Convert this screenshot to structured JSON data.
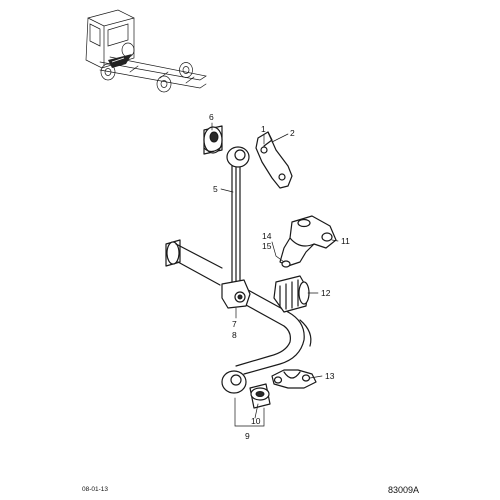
{
  "callouts": [
    {
      "id": "c1",
      "text": "1"
    },
    {
      "id": "c2",
      "text": "2"
    },
    {
      "id": "c5",
      "text": "5"
    },
    {
      "id": "c6",
      "text": "6"
    },
    {
      "id": "c7",
      "text": "7"
    },
    {
      "id": "c8",
      "text": "8"
    },
    {
      "id": "c9",
      "text": "9"
    },
    {
      "id": "c10",
      "text": "10"
    },
    {
      "id": "c11",
      "text": "11"
    },
    {
      "id": "c12",
      "text": "12"
    },
    {
      "id": "c13",
      "text": "13"
    },
    {
      "id": "c14",
      "text": "14"
    },
    {
      "id": "c15",
      "text": "15"
    }
  ],
  "footer": {
    "date": "08-01-13",
    "figure_id": "83009A"
  }
}
